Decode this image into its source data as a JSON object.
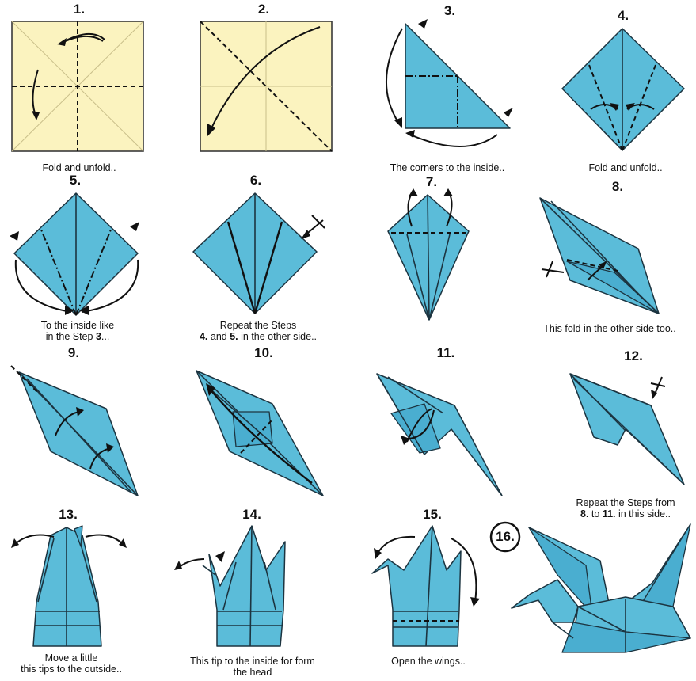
{
  "steps": [
    {
      "num": "1.",
      "caption": "Fold and unfold.."
    },
    {
      "num": "2.",
      "caption": ""
    },
    {
      "num": "3.",
      "caption": "The corners to the inside.."
    },
    {
      "num": "4.",
      "caption": "Fold and unfold.."
    },
    {
      "num": "5.",
      "caption_line1": "To the inside like",
      "caption_line2_pre": "in the Step ",
      "caption_line2_bold": "3",
      "caption_line2_post": "..."
    },
    {
      "num": "6.",
      "caption_line1": "Repeat the Steps",
      "caption_line2_bold1": "4.",
      "caption_line2_mid": " and ",
      "caption_line2_bold2": "5.",
      "caption_line2_post": " in the other side.."
    },
    {
      "num": "7.",
      "caption": ""
    },
    {
      "num": "8.",
      "caption": "This fold in the other side too.."
    },
    {
      "num": "9.",
      "caption": ""
    },
    {
      "num": "10.",
      "caption": ""
    },
    {
      "num": "11.",
      "caption": ""
    },
    {
      "num": "12.",
      "caption_line1": "Repeat the Steps from",
      "caption_line2_bold1": "8.",
      "caption_line2_mid": " to ",
      "caption_line2_bold2": "11.",
      "caption_line2_post": " in this side.."
    },
    {
      "num": "13.",
      "caption_line1": "Move a little",
      "caption_line2": "this tips to the outside.."
    },
    {
      "num": "14.",
      "caption_line1": "This tip to the inside for form",
      "caption_line2": "the head"
    },
    {
      "num": "15.",
      "caption": "Open the wings.."
    },
    {
      "num": "16.",
      "caption": ""
    }
  ],
  "colors": {
    "paper": "#fbf3bf",
    "blue": "#5bbcd9",
    "outline": "#1c3440"
  }
}
